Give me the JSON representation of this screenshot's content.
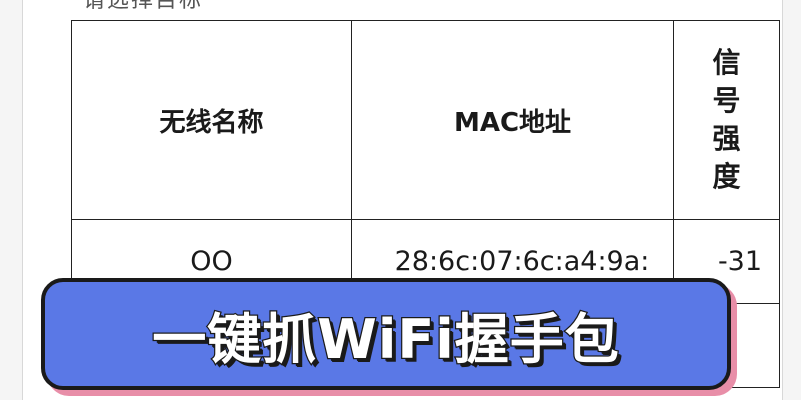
{
  "header": {
    "partial_title": "请选择目标"
  },
  "table": {
    "columns": [
      {
        "label": "无线名称"
      },
      {
        "label": "MAC地址"
      },
      {
        "label_chars": [
          "信",
          "号",
          "强",
          "度"
        ]
      }
    ],
    "rows": [
      {
        "ssid": "OO",
        "mac": "28:6c:07:6c:a4:9a:",
        "signal": "-31"
      },
      {
        "ssid": "",
        "mac": "",
        "signal": ""
      }
    ]
  },
  "banner": {
    "text": "一键抓WiFi握手包",
    "color_bg": "#5a78e6",
    "color_shadow": "#e88ea8"
  }
}
